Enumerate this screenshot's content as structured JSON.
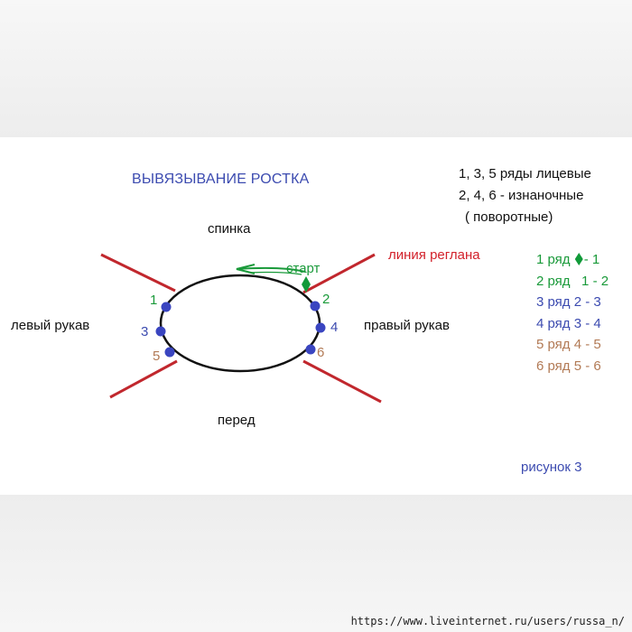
{
  "title": "ВЫВЯЗЫВАНИЕ РОСТКА",
  "legend": {
    "line1": "1, 3, 5 ряды лицевые",
    "line2": "2, 4, 6 - изнаночные",
    "line3": "( поворотные)"
  },
  "labels": {
    "back": "спинка",
    "front": "перед",
    "left_sleeve": "левый рукав",
    "right_sleeve": "правый рукав",
    "raglan_line": "линия реглана",
    "start": "старт",
    "figure": "рисунок 3"
  },
  "point_numbers": [
    "1",
    "2",
    "3",
    "4",
    "5",
    "6"
  ],
  "rows": [
    {
      "prefix": "1 ряд ",
      "suffix": "- 1",
      "diamond": true,
      "color": "#1a9a3a"
    },
    {
      "prefix": "2 ряд   1 - 2",
      "suffix": "",
      "diamond": false,
      "color": "#1a9a3a"
    },
    {
      "prefix": "3 ряд 2 - 3",
      "suffix": "",
      "diamond": false,
      "color": "#3c4bb0"
    },
    {
      "prefix": "4 ряд 3 - 4",
      "suffix": "",
      "diamond": false,
      "color": "#3c4bb0"
    },
    {
      "prefix": "5 ряд 4 - 5",
      "suffix": "",
      "diamond": false,
      "color": "#b27a55"
    },
    {
      "prefix": "6 ряд 5 - 6",
      "suffix": "",
      "diamond": false,
      "color": "#b27a55"
    }
  ],
  "colors": {
    "raglan": "#c1272d",
    "ring": "#111111",
    "points": "#3a45c0",
    "green": "#1a9a3a",
    "blue": "#3c4bb0",
    "brown": "#b27a55"
  },
  "watermark": "https://www.liveinternet.ru/users/russa_n/"
}
